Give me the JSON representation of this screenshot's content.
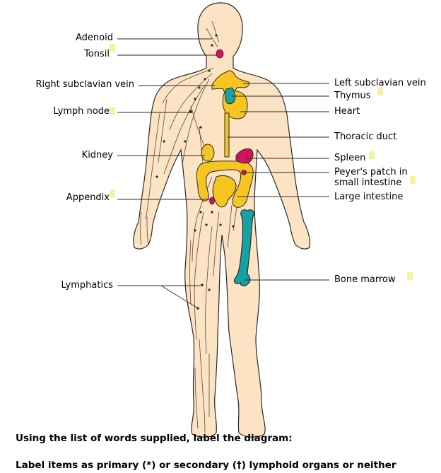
{
  "labels_left": [
    {
      "id": "adenoid",
      "text": "Adenoid"
    },
    {
      "id": "tonsil",
      "text": "Tonsil"
    },
    {
      "id": "right-subclavian-vein",
      "text": "Right subclavian vein"
    },
    {
      "id": "lymph-node",
      "text": "Lymph node"
    },
    {
      "id": "kidney",
      "text": "Kidney"
    },
    {
      "id": "appendix",
      "text": "Appendix"
    },
    {
      "id": "lymphatics",
      "text": "Lymphatics"
    }
  ],
  "labels_right": [
    {
      "id": "left-subclavian-vein",
      "text": "Left subclavian vein"
    },
    {
      "id": "thymus",
      "text": "Thymus"
    },
    {
      "id": "heart",
      "text": "Heart"
    },
    {
      "id": "thoracic-duct",
      "text": "Thoracic duct"
    },
    {
      "id": "spleen",
      "text": "Spleen"
    },
    {
      "id": "peyers-patch-line1",
      "text": "Peyer's patch in"
    },
    {
      "id": "peyers-patch-line2",
      "text": "small intestine"
    },
    {
      "id": "large-intestine",
      "text": "Large intestine"
    },
    {
      "id": "bone-marrow",
      "text": "Bone marrow"
    }
  ],
  "instructions": {
    "line1": "Using the list of words supplied, label the diagram:",
    "line2": "Label items as primary (*) or secondary (†) lymphoid organs or neither"
  },
  "colors": {
    "skin": "#fbe3c4",
    "skin_outline": "#2a2a2a",
    "yellow": "#f7c522",
    "teal": "#16a1a2",
    "magenta": "#d2145a",
    "answer_box": "#f7f2a0"
  }
}
